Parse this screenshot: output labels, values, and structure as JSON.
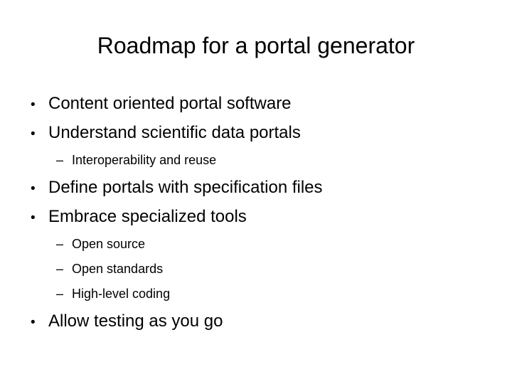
{
  "slide": {
    "title": "Roadmap for a portal generator",
    "background_color": "#ffffff",
    "text_color": "#000000",
    "bullet_glyph": "•",
    "dash_glyph": "–",
    "items": [
      {
        "level": 1,
        "marker": "•",
        "text": "Content oriented portal software"
      },
      {
        "level": 1,
        "marker": "•",
        "text": "Understand scientific data portals"
      },
      {
        "level": 2,
        "marker": "–",
        "text": "Interoperability and reuse"
      },
      {
        "level": 1,
        "marker": "•",
        "text": "Define portals with specification files"
      },
      {
        "level": 1,
        "marker": "•",
        "text": "Embrace specialized tools"
      },
      {
        "level": 2,
        "marker": "–",
        "text": "Open source"
      },
      {
        "level": 2,
        "marker": "–",
        "text": "Open standards"
      },
      {
        "level": 2,
        "marker": "–",
        "text": "High-level coding"
      },
      {
        "level": 1,
        "marker": "•",
        "text": "Allow testing as you go"
      }
    ]
  }
}
